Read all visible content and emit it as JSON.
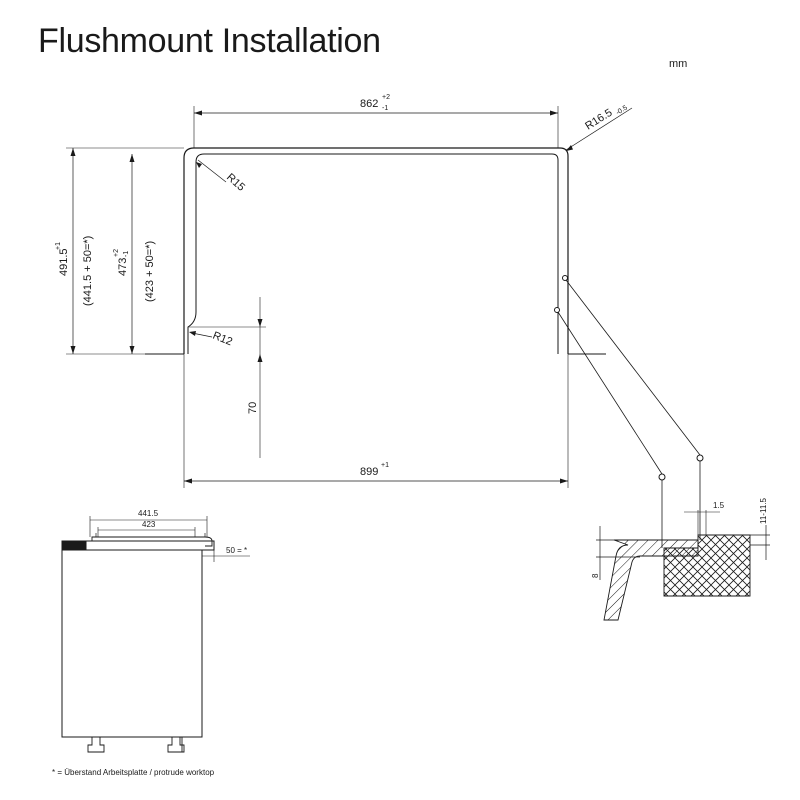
{
  "title": "Flushmount Installation",
  "units": "mm",
  "footnote": "* = Überstand Arbeitsplatte / protrude worktop",
  "main_view": {
    "width_top": {
      "base": "862",
      "sup": "+2",
      "sub": "-1"
    },
    "width_bottom": {
      "base": "899",
      "sup": "+1"
    },
    "corner_radius_outer": {
      "base": "R16.5",
      "sub": "-0.5"
    },
    "radius_r15": "R15",
    "radius_r12": "R12",
    "depth_outer": {
      "base": "491.5",
      "sup": "+1"
    },
    "depth_outer_note": "(441.5 + 50=*)",
    "depth_inner": {
      "base": "473",
      "sup": "+2",
      "sub": "-1"
    },
    "depth_inner_note": "(423 + 50=*)",
    "offset_70": "70"
  },
  "detail_view": {
    "dim_1_5": "1.5",
    "dim_11_11_5": "11-11.5",
    "dim_8": "8"
  },
  "cabinet_view": {
    "dim_441_5": "441.5",
    "dim_423": "423",
    "dim_50": "50 = *"
  }
}
